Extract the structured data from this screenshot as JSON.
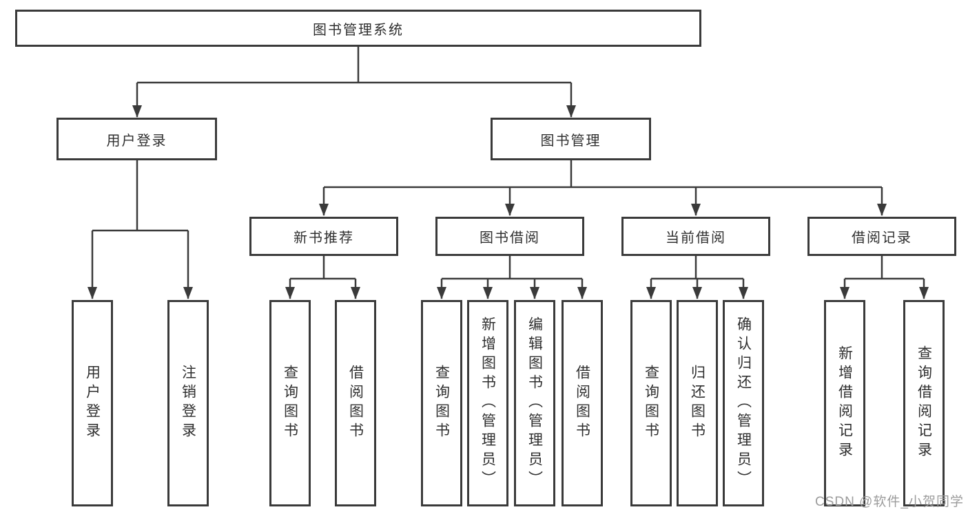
{
  "diagram": {
    "root": {
      "label": "图书管理系统"
    },
    "branches": [
      {
        "label": "用户登录",
        "parent": "图书管理系统"
      },
      {
        "label": "图书管理",
        "parent": "图书管理系统"
      }
    ],
    "categories": [
      {
        "label": "新书推荐",
        "parent": "图书管理"
      },
      {
        "label": "图书借阅",
        "parent": "图书管理"
      },
      {
        "label": "当前借阅",
        "parent": "图书管理"
      },
      {
        "label": "借阅记录",
        "parent": "图书管理"
      }
    ],
    "leaves": [
      {
        "label": "用户登录",
        "parent": "用户登录"
      },
      {
        "label": "注销登录",
        "parent": "用户登录"
      },
      {
        "label": "查询图书",
        "parent": "新书推荐"
      },
      {
        "label": "借阅图书",
        "parent": "新书推荐"
      },
      {
        "label": "查询图书",
        "parent": "图书借阅"
      },
      {
        "label": "新增图书（管理员）",
        "parent": "图书借阅"
      },
      {
        "label": "编辑图书（管理员）",
        "parent": "图书借阅"
      },
      {
        "label": "借阅图书",
        "parent": "图书借阅"
      },
      {
        "label": "查询图书",
        "parent": "当前借阅"
      },
      {
        "label": "归还图书",
        "parent": "当前借阅"
      },
      {
        "label": "确认归还（管理员）",
        "parent": "当前借阅"
      },
      {
        "label": "新增借阅记录",
        "parent": "借阅记录"
      },
      {
        "label": "查询借阅记录",
        "parent": "借阅记录"
      }
    ]
  },
  "watermark": {
    "text": "CSDN @软件_小贺同学"
  },
  "colors": {
    "line": "#3a3a3a",
    "text": "#2f2f2f",
    "watermark": "#9c9c9c",
    "background": "#ffffff"
  }
}
